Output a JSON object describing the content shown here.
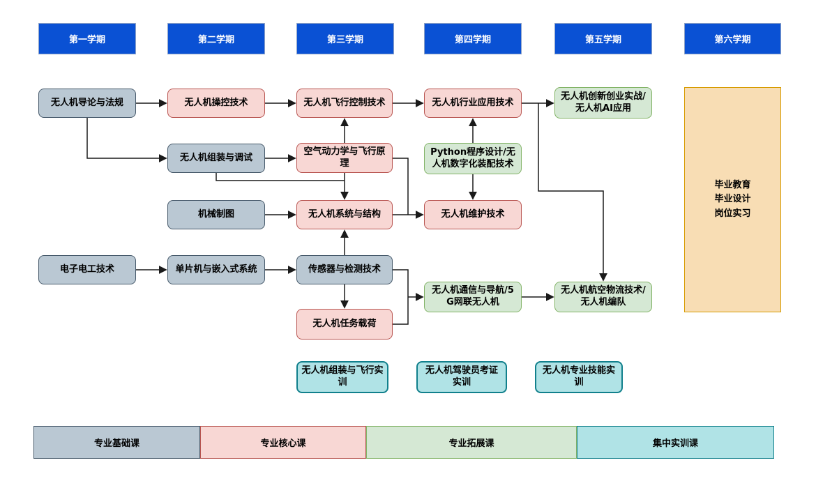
{
  "semesters": [
    {
      "label": "第一学期"
    },
    {
      "label": "第二学期"
    },
    {
      "label": "第三学期"
    },
    {
      "label": "第四学期"
    },
    {
      "label": "第五学期"
    },
    {
      "label": "第六学期"
    }
  ],
  "nodes": {
    "intro": {
      "label": "无人机导论与法规",
      "category": "专业基础课"
    },
    "control": {
      "label": "无人机操控技术",
      "category": "专业核心课"
    },
    "flight_control": {
      "label": "无人机飞行控制技术",
      "category": "专业核心课"
    },
    "industry_app": {
      "label": "无人机行业应用技术",
      "category": "专业核心课"
    },
    "innovation": {
      "label": "无人机创新创业实战/无人机AI应用",
      "category": "专业拓展课"
    },
    "assembly": {
      "label": "无人机组装与调试",
      "category": "专业基础课"
    },
    "aero": {
      "label": "空气动力学与飞行原理",
      "category": "专业核心课"
    },
    "python": {
      "label": "Python程序设计/无人机数字化装配技术",
      "category": "专业拓展课"
    },
    "drawing": {
      "label": "机械制图",
      "category": "专业基础课"
    },
    "system": {
      "label": "无人机系统与结构",
      "category": "专业核心课"
    },
    "maintenance": {
      "label": "无人机维护技术",
      "category": "专业核心课"
    },
    "electronics": {
      "label": "电子电工技术",
      "category": "专业基础课"
    },
    "mcu": {
      "label": "单片机与嵌入式系统",
      "category": "专业基础课"
    },
    "sensor": {
      "label": "传感器与检测技术",
      "category": "专业基础课"
    },
    "payload": {
      "label": "无人机任务载荷",
      "category": "专业核心课"
    },
    "comm": {
      "label": "无人机通信与导航/5G网联无人机",
      "category": "专业拓展课"
    },
    "logistics": {
      "label": "无人机航空物流技术/无人机编队",
      "category": "专业拓展课"
    },
    "training_assembly": {
      "label": "无人机组装与飞行实训",
      "category": "集中实训课"
    },
    "training_pilot": {
      "label": "无人机驾驶员考证实训",
      "category": "集中实训课"
    },
    "training_skill": {
      "label": "无人机专业技能实训",
      "category": "集中实训课"
    },
    "graduation": {
      "lines": [
        "毕业教育",
        "毕业设计",
        "岗位实习"
      ]
    }
  },
  "legend": [
    {
      "label": "专业基础课",
      "fill": "#bac8d3",
      "border": "#46596a"
    },
    {
      "label": "专业核心课",
      "fill": "#f8d7d4",
      "border": "#b85450"
    },
    {
      "label": "专业拓展课",
      "fill": "#d5e8d4",
      "border": "#82b366"
    },
    {
      "label": "集中实训课",
      "fill": "#b0e3e6",
      "border": "#11808c"
    }
  ],
  "colors": {
    "header_blue": "#0a51d4",
    "header_border": "#8ea2c6",
    "basic_fill": "#bac8d3",
    "basic_border": "#46596a",
    "core_fill": "#f8d7d4",
    "core_border": "#b85450",
    "extend_fill": "#d5e8d4",
    "extend_border": "#82b366",
    "training_fill": "#b0e3e6",
    "training_border": "#11808c",
    "graduation_fill": "#f8ddb4",
    "graduation_border": "#d79b00",
    "connector": "#1a1a1a"
  }
}
